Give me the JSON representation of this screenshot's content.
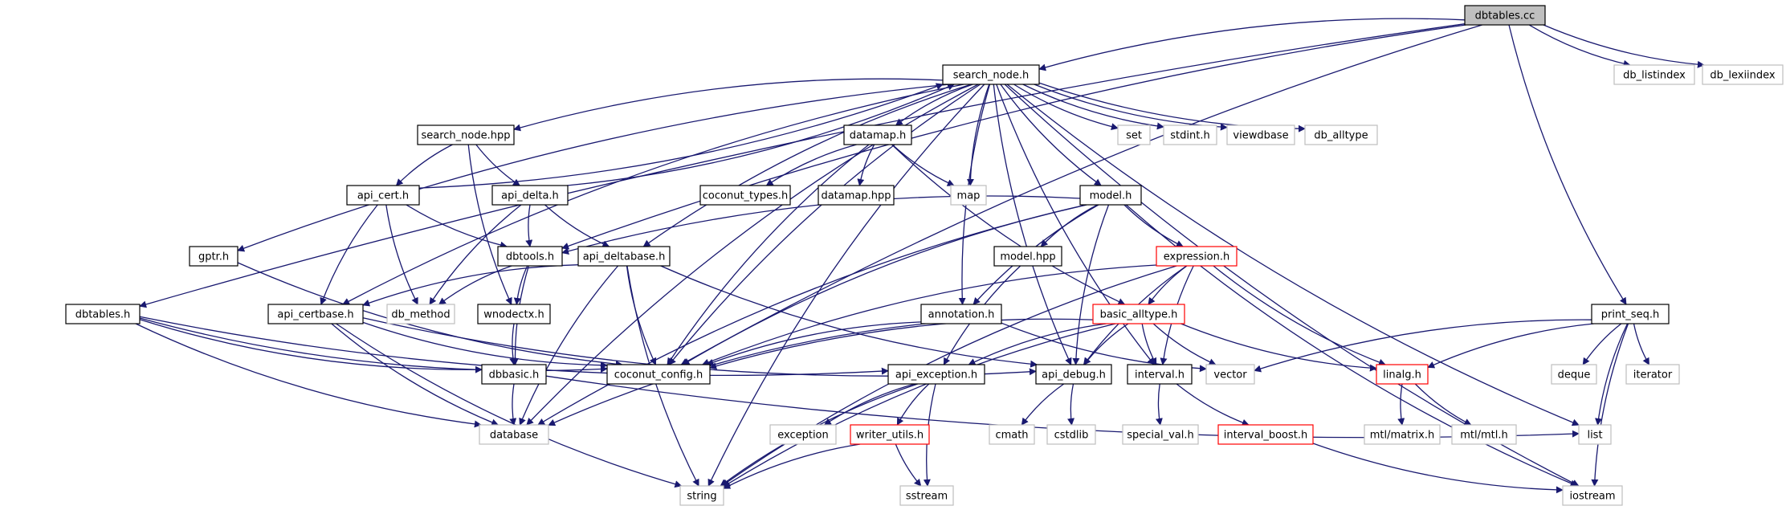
{
  "title": "dbtables.cc",
  "colors": {
    "edge": "#191970",
    "box_black": "#000000",
    "box_red": "#ff0000",
    "box_grey": "#bfbfbf",
    "root_fill": "#bfbfbf",
    "text": "#000000"
  },
  "nodes": [
    {
      "id": "dbtables_cc",
      "label": "dbtables.cc",
      "style": "root"
    },
    {
      "id": "search_node_h",
      "label": "search_node.h",
      "style": "black"
    },
    {
      "id": "db_listindex",
      "label": "db_listindex",
      "style": "grey"
    },
    {
      "id": "db_lexiindex",
      "label": "db_lexiindex",
      "style": "grey"
    },
    {
      "id": "search_node_hpp",
      "label": "search_node.hpp",
      "style": "black"
    },
    {
      "id": "datamap_h",
      "label": "datamap.h",
      "style": "black"
    },
    {
      "id": "set",
      "label": "set",
      "style": "grey"
    },
    {
      "id": "stdint_h",
      "label": "stdint.h",
      "style": "grey"
    },
    {
      "id": "viewdbase",
      "label": "viewdbase",
      "style": "grey"
    },
    {
      "id": "db_alltype",
      "label": "db_alltype",
      "style": "grey"
    },
    {
      "id": "api_cert_h",
      "label": "api_cert.h",
      "style": "black"
    },
    {
      "id": "api_delta_h",
      "label": "api_delta.h",
      "style": "black"
    },
    {
      "id": "coconut_types_h",
      "label": "coconut_types.h",
      "style": "black"
    },
    {
      "id": "datamap_hpp",
      "label": "datamap.hpp",
      "style": "black"
    },
    {
      "id": "map",
      "label": "map",
      "style": "grey"
    },
    {
      "id": "model_h",
      "label": "model.h",
      "style": "black"
    },
    {
      "id": "gptr_h",
      "label": "gptr.h",
      "style": "black"
    },
    {
      "id": "dbtools_h",
      "label": "dbtools.h",
      "style": "black"
    },
    {
      "id": "api_deltabase_h",
      "label": "api_deltabase.h",
      "style": "black"
    },
    {
      "id": "model_hpp",
      "label": "model.hpp",
      "style": "black"
    },
    {
      "id": "expression_h",
      "label": "expression.h",
      "style": "red"
    },
    {
      "id": "dbtables_h",
      "label": "dbtables.h",
      "style": "black"
    },
    {
      "id": "api_certbase_h",
      "label": "api_certbase.h",
      "style": "black"
    },
    {
      "id": "db_method",
      "label": "db_method",
      "style": "grey"
    },
    {
      "id": "wnodectx_h",
      "label": "wnodectx.h",
      "style": "black"
    },
    {
      "id": "annotation_h",
      "label": "annotation.h",
      "style": "black"
    },
    {
      "id": "basic_alltype_h",
      "label": "basic_alltype.h",
      "style": "red"
    },
    {
      "id": "print_seq_h",
      "label": "print_seq.h",
      "style": "black"
    },
    {
      "id": "coconut_config_h",
      "label": "coconut_config.h",
      "style": "black"
    },
    {
      "id": "dbbasic_h",
      "label": "dbbasic.h",
      "style": "black"
    },
    {
      "id": "api_exception_h",
      "label": "api_exception.h",
      "style": "black"
    },
    {
      "id": "api_debug_h",
      "label": "api_debug.h",
      "style": "black"
    },
    {
      "id": "interval_h",
      "label": "interval.h",
      "style": "black"
    },
    {
      "id": "vector",
      "label": "vector",
      "style": "grey"
    },
    {
      "id": "linalg_h",
      "label": "linalg.h",
      "style": "red"
    },
    {
      "id": "deque",
      "label": "deque",
      "style": "grey"
    },
    {
      "id": "iterator",
      "label": "iterator",
      "style": "grey"
    },
    {
      "id": "database",
      "label": "database",
      "style": "grey"
    },
    {
      "id": "exception",
      "label": "exception",
      "style": "grey"
    },
    {
      "id": "writer_utils_h",
      "label": "writer_utils.h",
      "style": "red"
    },
    {
      "id": "cmath",
      "label": "cmath",
      "style": "grey"
    },
    {
      "id": "cstdlib",
      "label": "cstdlib",
      "style": "grey"
    },
    {
      "id": "special_val_h",
      "label": "special_val.h",
      "style": "grey"
    },
    {
      "id": "interval_boost_h",
      "label": "interval_boost.h",
      "style": "red"
    },
    {
      "id": "mtl_matrix_h",
      "label": "mtl/matrix.h",
      "style": "grey"
    },
    {
      "id": "mtl_mtl_h",
      "label": "mtl/mtl.h",
      "style": "grey"
    },
    {
      "id": "list",
      "label": "list",
      "style": "grey"
    },
    {
      "id": "string",
      "label": "string",
      "style": "grey"
    },
    {
      "id": "sstream",
      "label": "sstream",
      "style": "grey"
    },
    {
      "id": "iostream",
      "label": "iostream",
      "style": "grey"
    }
  ]
}
